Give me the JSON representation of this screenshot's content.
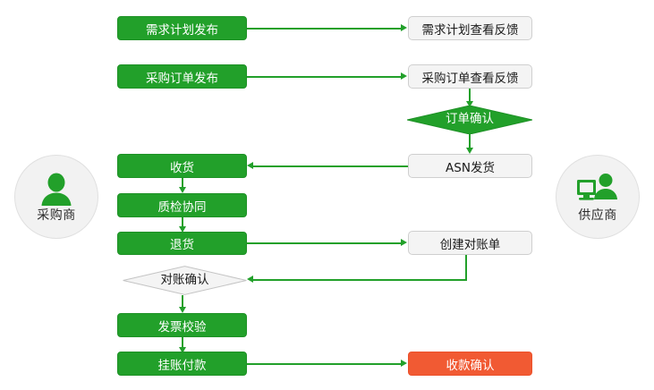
{
  "diagram": {
    "type": "flowchart",
    "background": "#ffffff",
    "colors": {
      "green": "#22a02a",
      "gray_fill": "#f4f4f4",
      "gray_border": "#cfcfcf",
      "orange": "#f15a33",
      "actor_circle": "#f2f2f2",
      "connector": "#22a02a",
      "text_dark": "#1a1a1a",
      "text_light": "#ffffff"
    },
    "actors": [
      {
        "id": "buyer",
        "label": "采购商",
        "icon": "person-icon",
        "side": "left"
      },
      {
        "id": "supplier",
        "label": "供应商",
        "icon": "person-at-computer-icon",
        "side": "right"
      }
    ],
    "nodes": [
      {
        "id": "demand-plan-publish",
        "label": "需求计划发布",
        "shape": "rect",
        "style": "green",
        "lane": "buyer"
      },
      {
        "id": "demand-plan-feedback",
        "label": "需求计划查看反馈",
        "shape": "rect",
        "style": "gray",
        "lane": "supplier"
      },
      {
        "id": "po-publish",
        "label": "采购订单发布",
        "shape": "rect",
        "style": "green",
        "lane": "buyer"
      },
      {
        "id": "po-feedback",
        "label": "采购订单查看反馈",
        "shape": "rect",
        "style": "gray",
        "lane": "supplier"
      },
      {
        "id": "order-confirm",
        "label": "订单确认",
        "shape": "diamond",
        "style": "green",
        "lane": "supplier"
      },
      {
        "id": "asn-shipment",
        "label": "ASN发货",
        "shape": "rect",
        "style": "gray",
        "lane": "supplier"
      },
      {
        "id": "goods-receipt",
        "label": "收货",
        "shape": "rect",
        "style": "green",
        "lane": "buyer"
      },
      {
        "id": "quality-collab",
        "label": "质检协同",
        "shape": "rect",
        "style": "green",
        "lane": "buyer"
      },
      {
        "id": "return-goods",
        "label": "退货",
        "shape": "rect",
        "style": "green",
        "lane": "buyer"
      },
      {
        "id": "create-statement",
        "label": "创建对账单",
        "shape": "rect",
        "style": "gray",
        "lane": "supplier"
      },
      {
        "id": "statement-confirm",
        "label": "对账确认",
        "shape": "diamond",
        "style": "gray",
        "lane": "buyer"
      },
      {
        "id": "invoice-verify",
        "label": "发票校验",
        "shape": "rect",
        "style": "green",
        "lane": "buyer"
      },
      {
        "id": "payment-posting",
        "label": "挂账付款",
        "shape": "rect",
        "style": "green",
        "lane": "buyer"
      },
      {
        "id": "receipt-confirm",
        "label": "收款确认",
        "shape": "rect",
        "style": "orange",
        "lane": "supplier"
      }
    ],
    "edges": [
      {
        "from": "demand-plan-publish",
        "to": "demand-plan-feedback",
        "direction": "right"
      },
      {
        "from": "po-publish",
        "to": "po-feedback",
        "direction": "right"
      },
      {
        "from": "po-feedback",
        "to": "order-confirm",
        "direction": "down"
      },
      {
        "from": "order-confirm",
        "to": "asn-shipment",
        "direction": "down"
      },
      {
        "from": "asn-shipment",
        "to": "goods-receipt",
        "direction": "left"
      },
      {
        "from": "goods-receipt",
        "to": "quality-collab",
        "direction": "down"
      },
      {
        "from": "quality-collab",
        "to": "return-goods",
        "direction": "down"
      },
      {
        "from": "return-goods",
        "to": "create-statement",
        "direction": "right"
      },
      {
        "from": "create-statement",
        "to": "statement-confirm",
        "direction": "left"
      },
      {
        "from": "statement-confirm",
        "to": "invoice-verify",
        "direction": "down"
      },
      {
        "from": "invoice-verify",
        "to": "payment-posting",
        "direction": "down"
      },
      {
        "from": "payment-posting",
        "to": "receipt-confirm",
        "direction": "right"
      }
    ]
  }
}
